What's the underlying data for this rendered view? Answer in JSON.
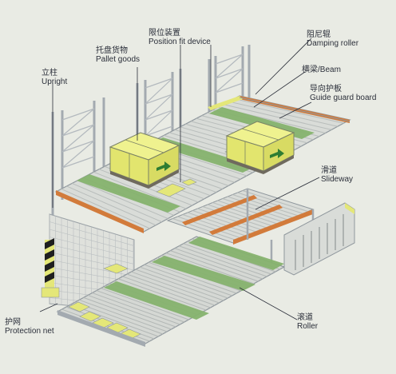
{
  "labels": {
    "upright": {
      "zh": "立柱",
      "en": "Upright"
    },
    "pallet_goods": {
      "zh": "托盘货物",
      "en": "Pallet goods"
    },
    "position_fit_device": {
      "zh": "限位装置",
      "en": "Position fit device"
    },
    "damping_roller": {
      "zh": "阻尼辊",
      "en": "Damping roller"
    },
    "beam": {
      "zh": "横梁",
      "en": "Beam"
    },
    "guide_guard_board": {
      "zh": "导向护板",
      "en": "Guide guard board"
    },
    "slideway": {
      "zh": "滑道",
      "en": "Slideway"
    },
    "protection_net": {
      "zh": "护网",
      "en": "Protection net"
    },
    "roller": {
      "zh": "滚道",
      "en": "Roller"
    }
  },
  "colors": {
    "background": "#e9ebe4",
    "frame": "#9aa1a6",
    "roller_light": "#dfe2df",
    "damping_green": "#7fae6a",
    "beam_orange": "#d07a3a",
    "goods_yellow": "#e6ea7c",
    "arrow_green": "#2e7d32",
    "guard_black": "#222222"
  }
}
